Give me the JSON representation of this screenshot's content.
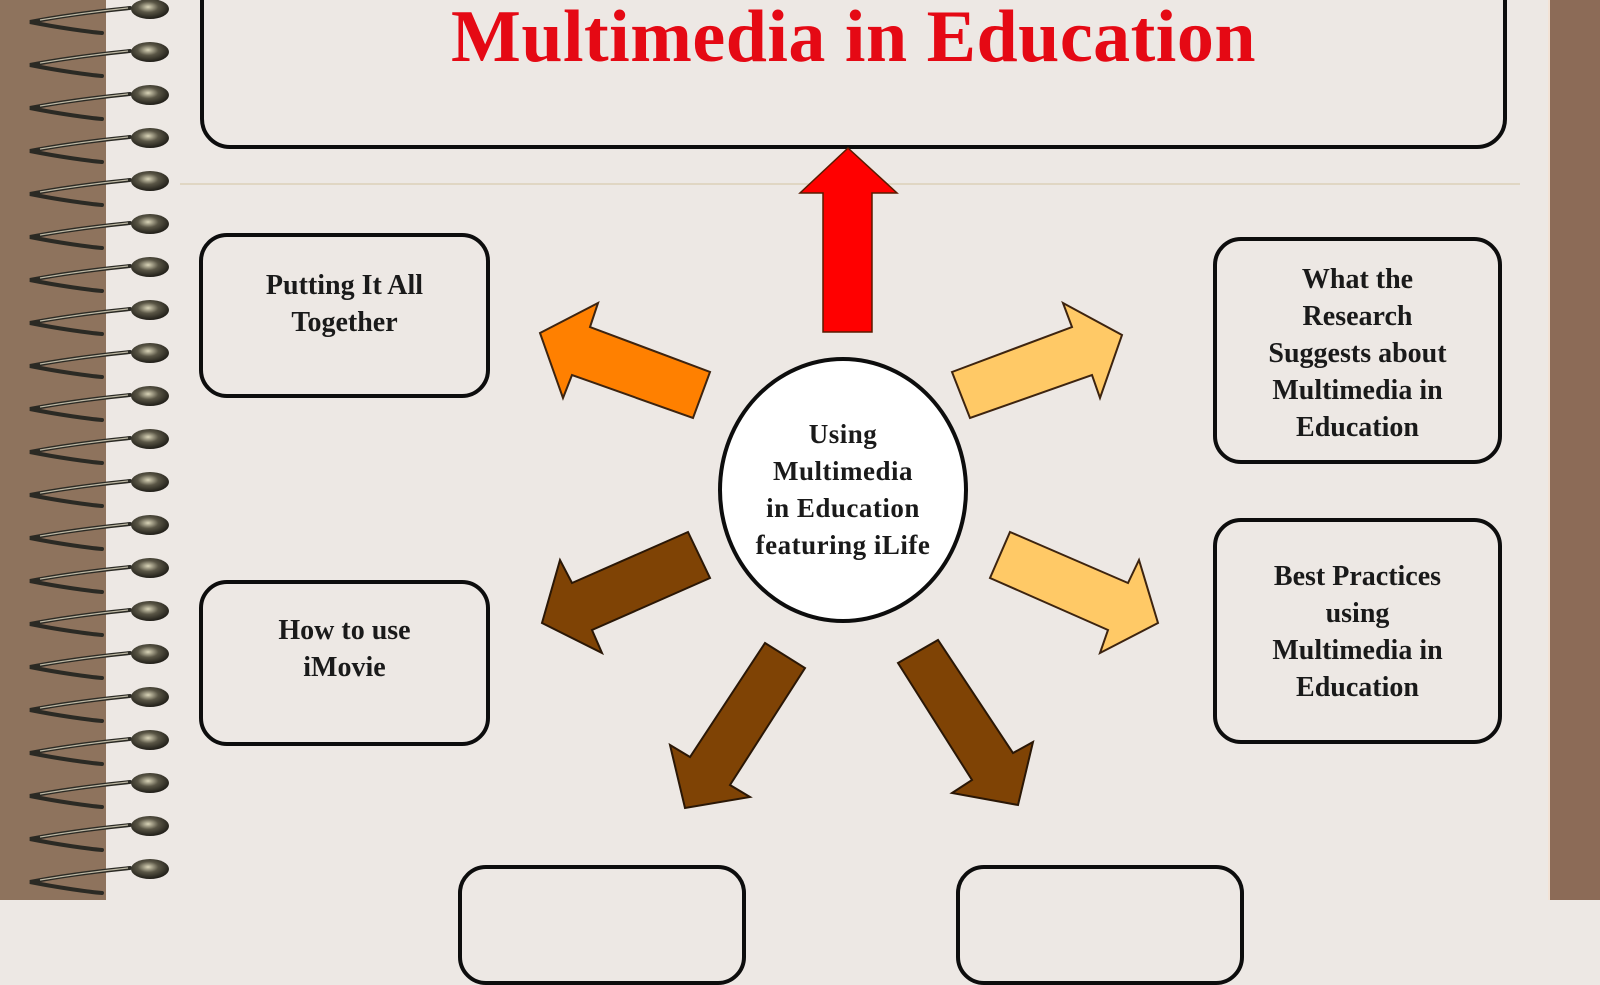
{
  "title": "Multimedia in Education",
  "center": {
    "lines": [
      "Using",
      "Multimedia",
      "in Education",
      "featuring iLife"
    ]
  },
  "topics": [
    {
      "id": "putting-it-all-together",
      "lines": [
        "Putting It All",
        "Together"
      ]
    },
    {
      "id": "how-to-use-imovie",
      "lines": [
        "How to use",
        "iMovie"
      ]
    },
    {
      "id": "what-research-suggests",
      "lines": [
        "What the",
        "Research",
        "Suggests about",
        "Multimedia in",
        "Education"
      ]
    },
    {
      "id": "best-practices",
      "lines": [
        "Best Practices",
        "using",
        "Multimedia in",
        "Education"
      ]
    },
    {
      "id": "bottom-left-box",
      "lines": []
    },
    {
      "id": "bottom-right-box",
      "lines": []
    }
  ],
  "colors": {
    "title": "#e50914",
    "arrow_up": "#ff0000",
    "arrow_orange": "#ff8000",
    "arrow_light": "#ffc966",
    "arrow_brown": "#7f4305",
    "page_background": "#ede8e4",
    "binding_left": "#8e735d",
    "binding_right": "#8c6b57"
  }
}
